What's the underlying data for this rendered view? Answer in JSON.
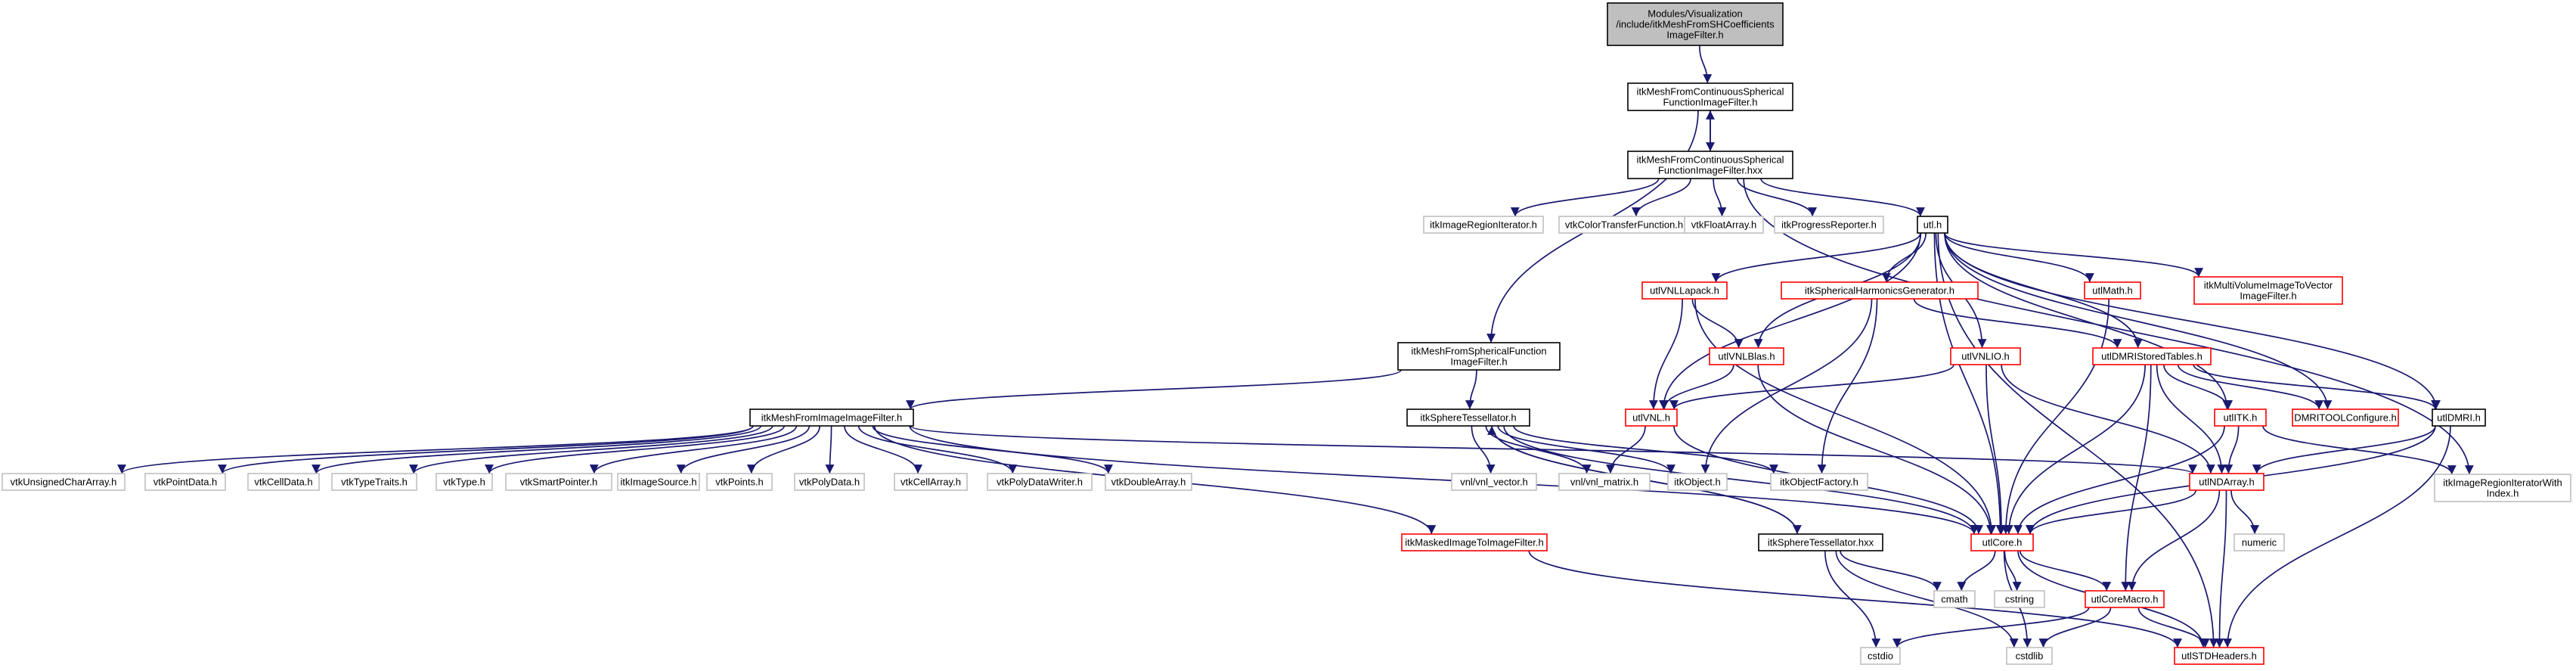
{
  "diagram": {
    "nodes": [
      {
        "id": "root",
        "lines": [
          "Modules/Visualization",
          "/include/itkMeshFromSHCoefficients",
          "ImageFilter.h"
        ],
        "kind": "root"
      },
      {
        "id": "cont_h",
        "lines": [
          "itkMeshFromContinuousSpherical",
          "FunctionImageFilter.h"
        ],
        "kind": "documented"
      },
      {
        "id": "cont_hxx",
        "lines": [
          "itkMeshFromContinuousSpherical",
          "FunctionImageFilter.hxx"
        ],
        "kind": "documented"
      },
      {
        "id": "regioniter",
        "lines": [
          "itkImageRegionIterator.h"
        ],
        "kind": "missing"
      },
      {
        "id": "vtkcolor",
        "lines": [
          "vtkColorTransferFunction.h"
        ],
        "kind": "missing"
      },
      {
        "id": "vtkfloat",
        "lines": [
          "vtkFloatArray.h"
        ],
        "kind": "missing"
      },
      {
        "id": "progress",
        "lines": [
          "itkProgressReporter.h"
        ],
        "kind": "missing"
      },
      {
        "id": "utlh",
        "lines": [
          "utl.h"
        ],
        "kind": "documented"
      },
      {
        "id": "lapack",
        "lines": [
          "utlVNLLapack.h"
        ],
        "kind": "included"
      },
      {
        "id": "shgen",
        "lines": [
          "itkSphericalHarmonicsGenerator.h"
        ],
        "kind": "included"
      },
      {
        "id": "utlmath",
        "lines": [
          "utlMath.h"
        ],
        "kind": "included"
      },
      {
        "id": "multivol",
        "lines": [
          "itkMultiVolumeImageToVector",
          "ImageFilter.h"
        ],
        "kind": "included"
      },
      {
        "id": "sphfunc",
        "lines": [
          "itkMeshFromSphericalFunction",
          "ImageFilter.h"
        ],
        "kind": "documented"
      },
      {
        "id": "vnlblas",
        "lines": [
          "utlVNLBlas.h"
        ],
        "kind": "included"
      },
      {
        "id": "vnlio",
        "lines": [
          "utlVNLIO.h"
        ],
        "kind": "included"
      },
      {
        "id": "dmristored",
        "lines": [
          "utlDMRIStoredTables.h"
        ],
        "kind": "included"
      },
      {
        "id": "meshimg",
        "lines": [
          "itkMeshFromImageImageFilter.h"
        ],
        "kind": "documented"
      },
      {
        "id": "tessh",
        "lines": [
          "itkSphereTessellator.h"
        ],
        "kind": "documented"
      },
      {
        "id": "utlvnl",
        "lines": [
          "utlVNL.h"
        ],
        "kind": "included"
      },
      {
        "id": "utlitk",
        "lines": [
          "utlITK.h"
        ],
        "kind": "included"
      },
      {
        "id": "dmritool",
        "lines": [
          "DMRITOOLConfigure.h"
        ],
        "kind": "included"
      },
      {
        "id": "utldmri",
        "lines": [
          "utlDMRI.h"
        ],
        "kind": "documented"
      },
      {
        "id": "ucarray",
        "lines": [
          "vtkUnsignedCharArray.h"
        ],
        "kind": "missing"
      },
      {
        "id": "pointdata",
        "lines": [
          "vtkPointData.h"
        ],
        "kind": "missing"
      },
      {
        "id": "celldata",
        "lines": [
          "vtkCellData.h"
        ],
        "kind": "missing"
      },
      {
        "id": "typetraits",
        "lines": [
          "vtkTypeTraits.h"
        ],
        "kind": "missing"
      },
      {
        "id": "vtktype",
        "lines": [
          "vtkType.h"
        ],
        "kind": "missing"
      },
      {
        "id": "smartptr",
        "lines": [
          "vtkSmartPointer.h"
        ],
        "kind": "missing"
      },
      {
        "id": "imgsource",
        "lines": [
          "itkImageSource.h"
        ],
        "kind": "missing"
      },
      {
        "id": "vtkpoints",
        "lines": [
          "vtkPoints.h"
        ],
        "kind": "missing"
      },
      {
        "id": "polydata",
        "lines": [
          "vtkPolyData.h"
        ],
        "kind": "missing"
      },
      {
        "id": "cellarray",
        "lines": [
          "vtkCellArray.h"
        ],
        "kind": "missing"
      },
      {
        "id": "polywriter",
        "lines": [
          "vtkPolyDataWriter.h"
        ],
        "kind": "missing"
      },
      {
        "id": "doublearray",
        "lines": [
          "vtkDoubleArray.h"
        ],
        "kind": "missing"
      },
      {
        "id": "vnlvector",
        "lines": [
          "vnl/vnl_vector.h"
        ],
        "kind": "missing"
      },
      {
        "id": "vnlmatrix",
        "lines": [
          "vnl/vnl_matrix.h"
        ],
        "kind": "missing"
      },
      {
        "id": "itkobject",
        "lines": [
          "itkObject.h"
        ],
        "kind": "missing"
      },
      {
        "id": "objfactory",
        "lines": [
          "itkObjectFactory.h"
        ],
        "kind": "missing"
      },
      {
        "id": "ndarray",
        "lines": [
          "utlNDArray.h"
        ],
        "kind": "included"
      },
      {
        "id": "regioniterwi",
        "lines": [
          "itkImageRegionIteratorWith",
          "Index.h"
        ],
        "kind": "missing"
      },
      {
        "id": "masked",
        "lines": [
          "itkMaskedImageToImageFilter.h"
        ],
        "kind": "included"
      },
      {
        "id": "tesshxx",
        "lines": [
          "itkSphereTessellator.hxx"
        ],
        "kind": "documented"
      },
      {
        "id": "utlcore",
        "lines": [
          "utlCore.h"
        ],
        "kind": "included"
      },
      {
        "id": "numeric",
        "lines": [
          "numeric"
        ],
        "kind": "missing"
      },
      {
        "id": "cmath",
        "lines": [
          "cmath"
        ],
        "kind": "missing"
      },
      {
        "id": "cstring",
        "lines": [
          "cstring"
        ],
        "kind": "missing"
      },
      {
        "id": "coremacro",
        "lines": [
          "utlCoreMacro.h"
        ],
        "kind": "included"
      },
      {
        "id": "cstdio",
        "lines": [
          "cstdio"
        ],
        "kind": "missing"
      },
      {
        "id": "cstdlib",
        "lines": [
          "cstdlib"
        ],
        "kind": "missing"
      },
      {
        "id": "stdheaders",
        "lines": [
          "utlSTDHeaders.h"
        ],
        "kind": "included"
      }
    ],
    "edges": [
      [
        "root",
        "cont_h"
      ],
      [
        "cont_h",
        "cont_hxx"
      ],
      [
        "cont_hxx",
        "cont_h"
      ],
      [
        "cont_h",
        "sphfunc"
      ],
      [
        "cont_hxx",
        "regioniter"
      ],
      [
        "cont_hxx",
        "vtkcolor"
      ],
      [
        "cont_hxx",
        "vtkfloat"
      ],
      [
        "cont_hxx",
        "progress"
      ],
      [
        "cont_hxx",
        "utlh"
      ],
      [
        "cont_hxx",
        "regioniterwi"
      ],
      [
        "utlh",
        "lapack"
      ],
      [
        "utlh",
        "shgen"
      ],
      [
        "utlh",
        "utlmath"
      ],
      [
        "utlh",
        "multivol"
      ],
      [
        "utlh",
        "vnlblas"
      ],
      [
        "utlh",
        "vnlio"
      ],
      [
        "utlh",
        "dmristored"
      ],
      [
        "utlh",
        "utlvnl"
      ],
      [
        "utlh",
        "utlitk"
      ],
      [
        "utlh",
        "dmritool"
      ],
      [
        "utlh",
        "utldmri"
      ],
      [
        "utlh",
        "utlcore"
      ],
      [
        "utlh",
        "stdheaders"
      ],
      [
        "sphfunc",
        "meshimg"
      ],
      [
        "sphfunc",
        "tessh"
      ],
      [
        "meshimg",
        "ucarray"
      ],
      [
        "meshimg",
        "pointdata"
      ],
      [
        "meshimg",
        "celldata"
      ],
      [
        "meshimg",
        "typetraits"
      ],
      [
        "meshimg",
        "vtktype"
      ],
      [
        "meshimg",
        "smartptr"
      ],
      [
        "meshimg",
        "imgsource"
      ],
      [
        "meshimg",
        "vtkpoints"
      ],
      [
        "meshimg",
        "polydata"
      ],
      [
        "meshimg",
        "cellarray"
      ],
      [
        "meshimg",
        "polywriter"
      ],
      [
        "meshimg",
        "doublearray"
      ],
      [
        "meshimg",
        "masked"
      ],
      [
        "meshimg",
        "ndarray"
      ],
      [
        "meshimg",
        "utlcore"
      ],
      [
        "tessh",
        "vnlvector"
      ],
      [
        "tessh",
        "vnlmatrix"
      ],
      [
        "tessh",
        "itkobject"
      ],
      [
        "tessh",
        "objfactory"
      ],
      [
        "tessh",
        "tesshxx"
      ],
      [
        "tesshxx",
        "tessh"
      ],
      [
        "tessh",
        "utlcore"
      ],
      [
        "lapack",
        "vnlblas"
      ],
      [
        "lapack",
        "utlvnl"
      ],
      [
        "lapack",
        "utlcore"
      ],
      [
        "vnlblas",
        "utlvnl"
      ],
      [
        "vnlblas",
        "utlcore"
      ],
      [
        "utlvnl",
        "vnlmatrix"
      ],
      [
        "utlvnl",
        "utlcore"
      ],
      [
        "shgen",
        "itkobject"
      ],
      [
        "shgen",
        "objfactory"
      ],
      [
        "shgen",
        "dmristored"
      ],
      [
        "utlmath",
        "utlcore"
      ],
      [
        "vnlio",
        "utlvnl"
      ],
      [
        "vnlio",
        "ndarray"
      ],
      [
        "vnlio",
        "utlcore"
      ],
      [
        "dmristored",
        "utlitk"
      ],
      [
        "dmristored",
        "dmritool"
      ],
      [
        "dmristored",
        "utldmri"
      ],
      [
        "dmristored",
        "ndarray"
      ],
      [
        "dmristored",
        "utlcore"
      ],
      [
        "dmristored",
        "coremacro"
      ],
      [
        "utlitk",
        "regioniterwi"
      ],
      [
        "utlitk",
        "ndarray"
      ],
      [
        "utlitk",
        "utlcore"
      ],
      [
        "utldmri",
        "ndarray"
      ],
      [
        "utldmri",
        "utlcore"
      ],
      [
        "utldmri",
        "stdheaders"
      ],
      [
        "ndarray",
        "numeric"
      ],
      [
        "ndarray",
        "utlcore"
      ],
      [
        "ndarray",
        "coremacro"
      ],
      [
        "ndarray",
        "stdheaders"
      ],
      [
        "masked",
        "stdheaders"
      ],
      [
        "tesshxx",
        "cmath"
      ],
      [
        "tesshxx",
        "cstdio"
      ],
      [
        "tesshxx",
        "cstdlib"
      ],
      [
        "utlcore",
        "cmath"
      ],
      [
        "utlcore",
        "cstring"
      ],
      [
        "utlcore",
        "coremacro"
      ],
      [
        "utlcore",
        "cstdlib"
      ],
      [
        "utlcore",
        "stdheaders"
      ],
      [
        "coremacro",
        "cstdio"
      ],
      [
        "coremacro",
        "cstdlib"
      ],
      [
        "coremacro",
        "stdheaders"
      ]
    ],
    "colors": {
      "edge": "#191970",
      "root_fill": "#bfbfbf",
      "documented_border": "#000000",
      "missing_border": "#bfbfbf",
      "included_border": "#ff0000"
    }
  }
}
